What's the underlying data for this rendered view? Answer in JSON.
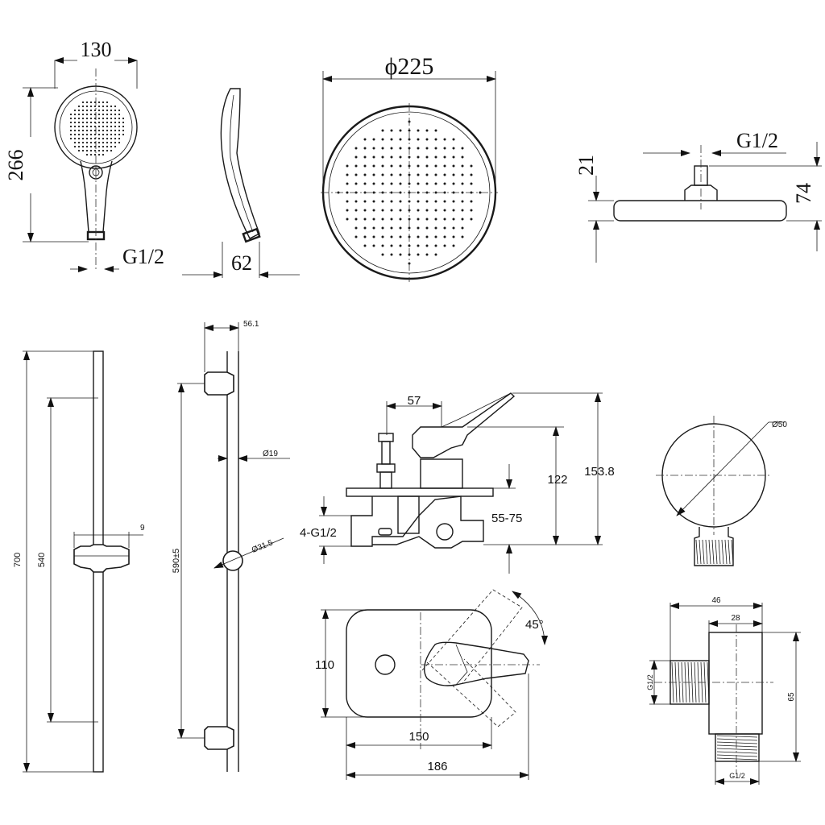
{
  "hand_shower": {
    "width": "130",
    "height": "266",
    "thread": "G1/2",
    "depth": "62"
  },
  "overhead_shower": {
    "diameter": "ϕ225",
    "thread": "G1/2",
    "connector_height": "21",
    "overall_height": "74"
  },
  "slide_rail": {
    "total_length": "700",
    "bracket_spacing": "540",
    "holder_offset": "9",
    "projection": "56.1",
    "rail_diameter": "Ø19",
    "knob_diameter": "Ø31.5",
    "fixing_spacing": "590±5"
  },
  "mixer_valve": {
    "handle_reach": "57",
    "height_body": "122",
    "height_total": "153.8",
    "wall_depth": "55-75",
    "connections": "4-G1/2",
    "plate_height": "110",
    "plate_width": "150",
    "total_width": "186",
    "rotation": "45°"
  },
  "wall_outlet": {
    "diameter": "Ø50",
    "overall_width": "46",
    "body_width": "28",
    "height": "65",
    "thread_side": "G1/2",
    "thread_bottom": "G1/2"
  }
}
